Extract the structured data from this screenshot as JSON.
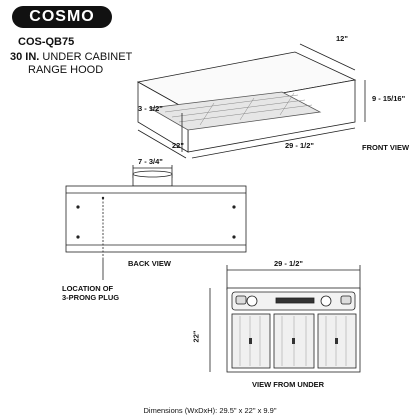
{
  "brand": {
    "logo": "COSMO",
    "model": "COS-QB75",
    "size": "30 IN.",
    "title_rest": "UNDER CABINET",
    "title_line2": "RANGE HOOD"
  },
  "front_view": {
    "caption": "FRONT VIEW",
    "depth_top": "12\"",
    "height": "9 - 15/16\"",
    "front_height": "3 - 1/2\"",
    "depth": "22\"",
    "width": "29 - 1/2\""
  },
  "back_view": {
    "caption": "BACK VIEW",
    "duct": "7 - 3/4\""
  },
  "plug": {
    "label_line1": "LOCATION OF",
    "label_line2": "3-PRONG PLUG"
  },
  "under_view": {
    "caption": "VIEW FROM UNDER",
    "width": "29 - 1/2\"",
    "depth": "22\""
  },
  "footer": "Dimensions (WxDxH): 29.5\" x 22\" x 9.9\""
}
